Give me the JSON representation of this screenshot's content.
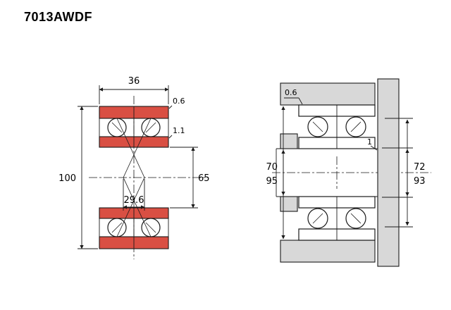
{
  "title": "7013AWDF",
  "left_view": {
    "width_label": "36",
    "outer_diameter_label": "100",
    "bore_diameter_label": "65",
    "load_center_label": "29.6",
    "outer_chamfer_label": "0.6",
    "inner_chamfer_label": "1.1"
  },
  "right_view": {
    "housing_chamfer_label": "0.6",
    "shoulder_fillet_label": "1",
    "shaft_abutment_label": "70",
    "housing_abutment_label": "95",
    "shoulder_diameter_label": "72",
    "housing_shoulder_label": "93"
  },
  "colors": {
    "ring": "#d94f43",
    "steel_gray": "#d8d8d8",
    "line": "#1a1a1a"
  }
}
